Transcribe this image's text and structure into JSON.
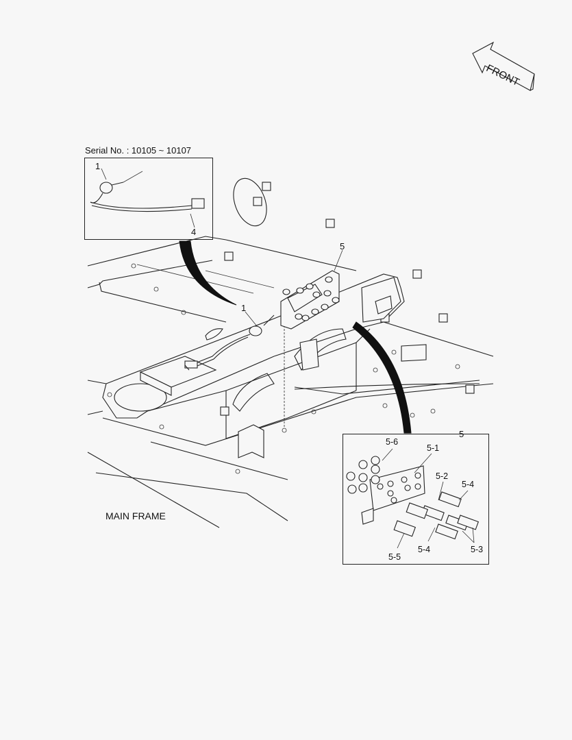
{
  "front_arrow": {
    "label": "FRONT"
  },
  "serial_inset": {
    "caption": "Serial No. : 10105 ~ 10107",
    "callouts": [
      "1",
      "4"
    ]
  },
  "main": {
    "callouts": [
      "5",
      "1"
    ],
    "frame_label": "MAIN FRAME"
  },
  "detail_inset": {
    "title": "5",
    "callouts": [
      "5-6",
      "5-1",
      "5-2",
      "5-4",
      "5-4",
      "5-5",
      "5-3"
    ]
  }
}
